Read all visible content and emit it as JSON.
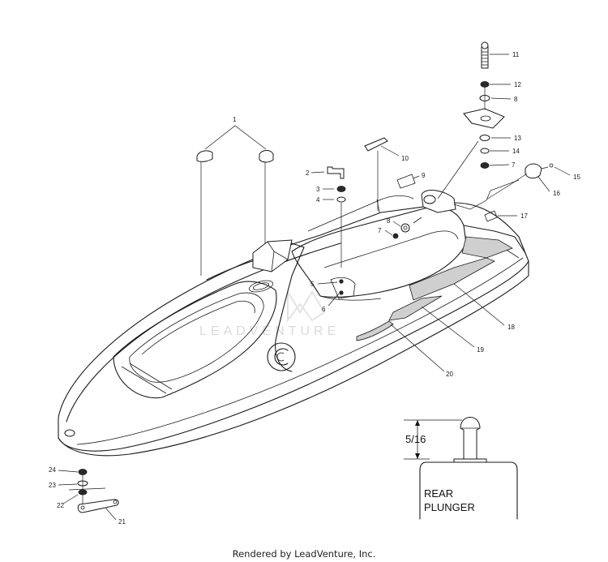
{
  "diagram": {
    "watermark": "LEADVENTURE",
    "callouts": [
      {
        "id": "c1",
        "label": "1"
      },
      {
        "id": "c2",
        "label": "2"
      },
      {
        "id": "c3",
        "label": "3"
      },
      {
        "id": "c4",
        "label": "4"
      },
      {
        "id": "c5",
        "label": "5"
      },
      {
        "id": "c6",
        "label": "6"
      },
      {
        "id": "c7a",
        "label": "7"
      },
      {
        "id": "c7b",
        "label": "7"
      },
      {
        "id": "c8a",
        "label": "8"
      },
      {
        "id": "c8b",
        "label": "8"
      },
      {
        "id": "c9",
        "label": "9"
      },
      {
        "id": "c10",
        "label": "10"
      },
      {
        "id": "c11",
        "label": "11"
      },
      {
        "id": "c12",
        "label": "12"
      },
      {
        "id": "c13",
        "label": "13"
      },
      {
        "id": "c14",
        "label": "14"
      },
      {
        "id": "c15",
        "label": "15"
      },
      {
        "id": "c16",
        "label": "16"
      },
      {
        "id": "c17",
        "label": "17"
      },
      {
        "id": "c18",
        "label": "18"
      },
      {
        "id": "c19",
        "label": "19"
      },
      {
        "id": "c20",
        "label": "20"
      },
      {
        "id": "c21",
        "label": "21"
      },
      {
        "id": "c22",
        "label": "22"
      },
      {
        "id": "c23",
        "label": "23"
      },
      {
        "id": "c24",
        "label": "24"
      }
    ],
    "detail": {
      "dimension": "5/16",
      "title_line1": "REAR",
      "title_line2": "PLUNGER"
    }
  },
  "footer": {
    "text": "Rendered by LeadVenture, Inc."
  }
}
